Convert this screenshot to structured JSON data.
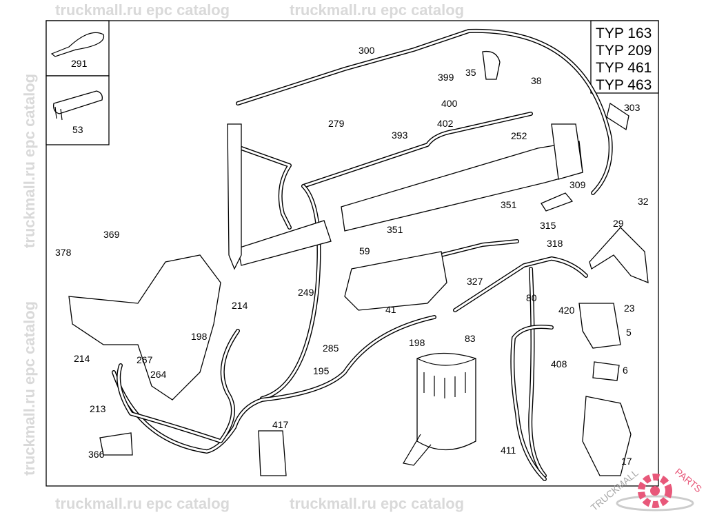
{
  "diagram": {
    "type_box": [
      "TYP 163",
      "TYP 209",
      "TYP 461",
      "TYP 463"
    ],
    "inset_labels": [
      "291",
      "53"
    ],
    "part_labels": [
      "300",
      "399",
      "35",
      "38",
      "400",
      "279",
      "402",
      "393",
      "252",
      "303",
      "309",
      "351",
      "32",
      "315",
      "29",
      "351",
      "369",
      "318",
      "59",
      "378",
      "327",
      "249",
      "80",
      "214",
      "41",
      "420",
      "23",
      "198",
      "285",
      "198",
      "83",
      "5",
      "214",
      "267",
      "408",
      "264",
      "195",
      "6",
      "213",
      "417",
      "411",
      "366",
      "17"
    ],
    "watermarks": [
      "truckmall.ru epc catalog",
      "truckmall.ru epc catalog",
      "truckmall.ru epc catalog",
      "truckmall.ru epc catalog",
      "truckmall.ru epc catalog",
      "truckmall.ru epc catalog"
    ],
    "logo": {
      "text": "TRUCKMALLPARTS",
      "colors": {
        "truck": "#a8a8a8",
        "parts": "#e8587a"
      }
    }
  }
}
